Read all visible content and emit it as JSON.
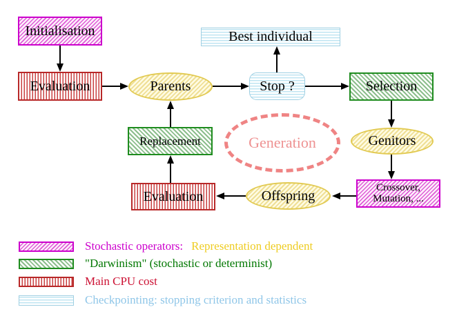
{
  "nodes": {
    "initialisation": {
      "label": "Initialisation"
    },
    "evaluation_top": {
      "label": "Evaluation"
    },
    "parents": {
      "label": "Parents"
    },
    "best_individual": {
      "label": "Best individual"
    },
    "stop": {
      "label": "Stop ?"
    },
    "selection": {
      "label": "Selection"
    },
    "genitors": {
      "label": "Genitors"
    },
    "replacement": {
      "label": "Replacement"
    },
    "generation": {
      "label": "Generation"
    },
    "crossover_mutation": {
      "line1": "Crossover,",
      "line2": "Mutation, ..."
    },
    "offspring": {
      "label": "Offspring"
    },
    "evaluation_bottom": {
      "label": "Evaluation"
    }
  },
  "legend": {
    "rows": [
      {
        "swatch": "magenta-diagonal-hatch",
        "label": "Stochastic operators:",
        "label2": "Representation dependent"
      },
      {
        "swatch": "green-diagonal-hatch",
        "label": "\"Darwinism\" (stochastic or determinist)"
      },
      {
        "swatch": "red-vertical-stripes",
        "label": "Main CPU cost"
      },
      {
        "swatch": "cyan-horizontal-stripes",
        "label": "Checkpointing: stopping criterion and statistics"
      }
    ]
  },
  "colors": {
    "magenta": "#cc00cc",
    "magenta_hatch": "#de5cd6",
    "magenta_fill": "#fdeefb",
    "red": "#b82828",
    "red_stripe": "#c84040",
    "green": "#1e8c1e",
    "green_hatch": "#8cbe8c",
    "gold_border": "#e2ca52",
    "gold_hatch": "#efdf96",
    "gold_fill": "#fffce4",
    "cyan_border": "#9fcfe2",
    "cyan_stripe": "#bfe4f2",
    "coral": "#ef8484",
    "coral_text": "#ee9292",
    "legend_magenta_text": "#cc00cc",
    "legend_yellow_text": "#eecc22",
    "legend_green_text": "#007700",
    "legend_red_text": "#cc1133",
    "legend_cyan_text": "#8fc6e8",
    "arrow": "#000000"
  }
}
